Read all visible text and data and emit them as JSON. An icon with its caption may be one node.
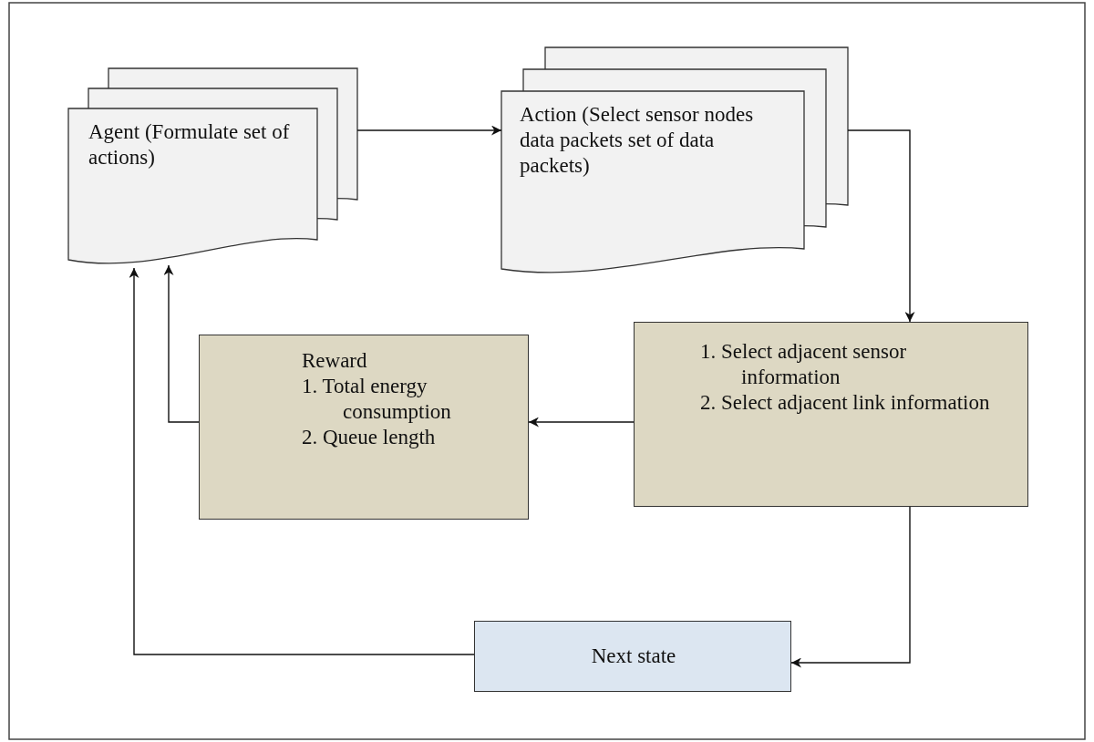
{
  "diagram": {
    "nodes": [
      {
        "text": [
          "Agent (Formulate set of actions)"
        ]
      },
      {
        "text": [
          "Action (Select sensor nodes data packets set of data packets)"
        ]
      },
      {
        "text": [
          "Reward",
          "1. Total energy consumption",
          "2. Queue length"
        ]
      },
      {
        "text": [
          "1. Select adjacent sensor information",
          "2. Select adjacent link information"
        ]
      },
      {
        "text": [
          "Next state"
        ]
      }
    ],
    "edges": [
      {
        "from": 0,
        "to": 1,
        "arrow": "to"
      },
      {
        "from": 1,
        "to": 3,
        "arrow": "to"
      },
      {
        "from": 3,
        "to": 2,
        "arrow": "to"
      },
      {
        "from": 2,
        "to": 0,
        "arrow": "to"
      },
      {
        "from": 3,
        "to": 4,
        "arrow": "to"
      },
      {
        "from": 4,
        "to": 0,
        "arrow": "to"
      }
    ]
  }
}
